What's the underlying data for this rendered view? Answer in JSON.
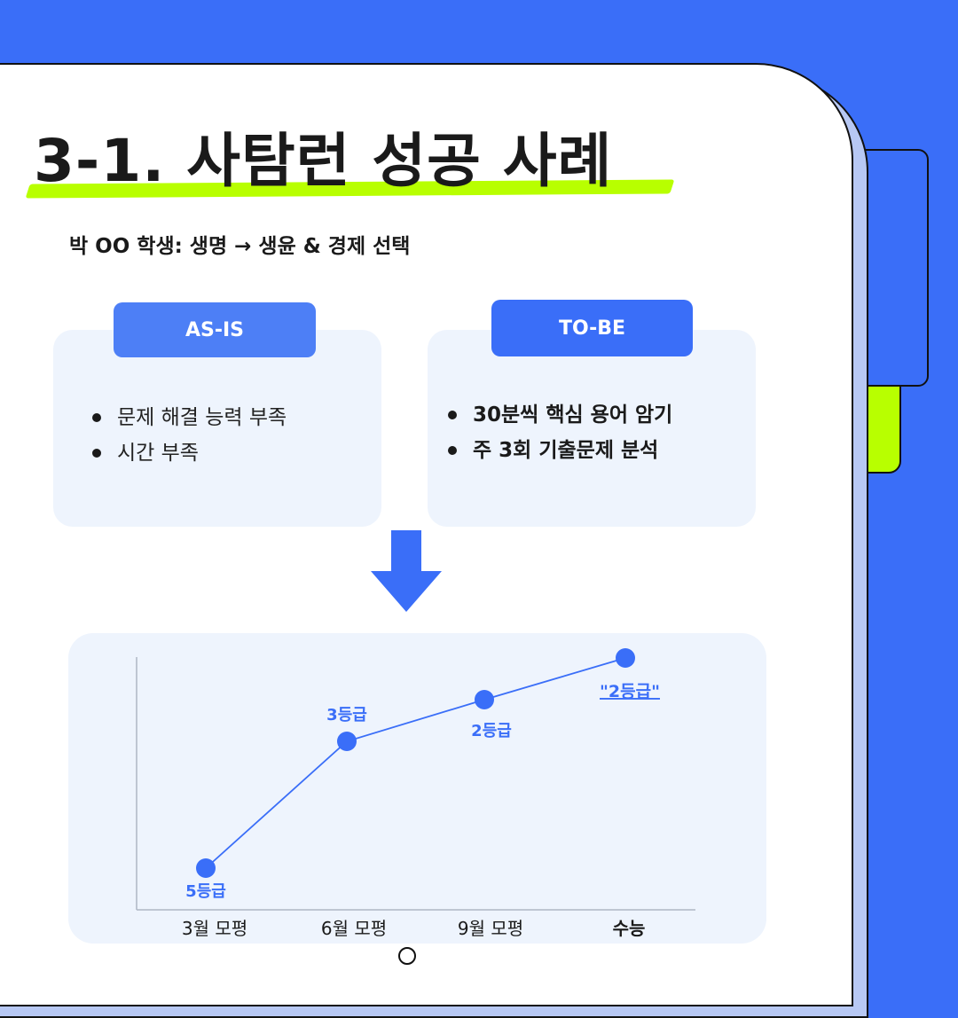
{
  "title": "3-1. 사탐런 성공 사례",
  "subtitle": "박 OO 학생: 생명 → 생윤 & 경제 선택",
  "as_is": {
    "label": "AS-IS",
    "items": [
      "문제 해결 능력 부족",
      "시간 부족"
    ]
  },
  "to_be": {
    "label": "TO-BE",
    "items": [
      "30분씩 핵심 용어 암기",
      "주 3회 기출문제 분석"
    ]
  },
  "colors": {
    "background": "#3a6ef8",
    "accent_blue": "#3a6ef8",
    "highlight_green": "#b8ff00",
    "card_bg": "#eef4fd"
  },
  "chart_data": {
    "type": "line",
    "categories": [
      "3월 모평",
      "6월 모평",
      "9월 모평",
      "수능"
    ],
    "values": [
      5,
      3,
      2,
      2
    ],
    "point_labels": [
      "5등급",
      "3등급",
      "2등급",
      "\"2등급\""
    ],
    "y_inverted": true,
    "ylim": [
      5,
      2
    ],
    "grid": false
  }
}
